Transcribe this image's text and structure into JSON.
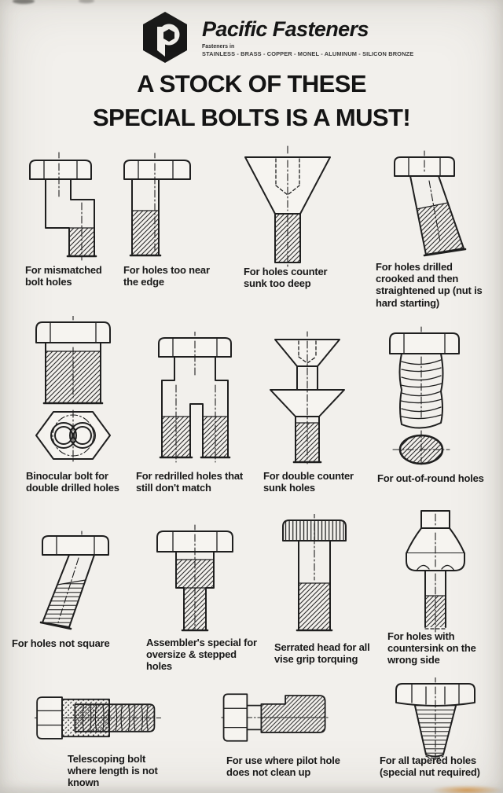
{
  "header": {
    "brand": "Pacific Fasteners",
    "tagline_small": "Fasteners in",
    "tagline": "STAINLESS - BRASS - COPPER - MONEL - ALUMINUM - SILICON BRONZE",
    "title_line1": "A STOCK OF THESE",
    "title_line2": "SPECIAL BOLTS IS A MUST!"
  },
  "colors": {
    "ink": "#1f1f1f",
    "paper": "#f2f0ec"
  },
  "items": [
    {
      "id": "mismatched",
      "illustration": "offset-zigzag-bolt",
      "caption": "For mismatched bolt holes"
    },
    {
      "id": "near-edge",
      "illustration": "edge-offset-head-bolt",
      "caption": "For holes too near the edge"
    },
    {
      "id": "countersunk-deep",
      "illustration": "oversized-countersunk-bolt",
      "caption": "For holes counter sunk too deep"
    },
    {
      "id": "crooked",
      "illustration": "bent-shank-bolt",
      "caption": "For holes drilled crooked and then straightened up (nut is hard starting)"
    },
    {
      "id": "binocular",
      "illustration": "binocular-double-bolt",
      "caption": "Binocular bolt for double drilled holes"
    },
    {
      "id": "redrilled",
      "illustration": "forked-two-leg-bolt",
      "caption": "For redrilled holes that still don't match"
    },
    {
      "id": "double-countersunk",
      "illustration": "stacked-countersunk-bolt",
      "caption": "For double counter sunk holes"
    },
    {
      "id": "out-of-round",
      "illustration": "wavy-thread-oval-bolt",
      "caption": "For out-of-round holes"
    },
    {
      "id": "not-square",
      "illustration": "slanted-shank-bolt",
      "caption": "For holes not square"
    },
    {
      "id": "assemblers",
      "illustration": "stepped-shank-bolt",
      "caption": "Assembler's special for oversize & stepped holes"
    },
    {
      "id": "serrated",
      "illustration": "serrated-head-bolt",
      "caption": "Serrated head for all vise grip torquing"
    },
    {
      "id": "countersink-wrong",
      "illustration": "reverse-countersink-bolt",
      "caption": "For holes with countersink on the wrong side"
    },
    {
      "id": "telescoping",
      "illustration": "telescoping-bolt",
      "caption": "Telescoping bolt where length is not known"
    },
    {
      "id": "pilot-hole",
      "illustration": "stepped-pilot-bolt",
      "caption": "For use where pilot hole does not clean up"
    },
    {
      "id": "tapered",
      "illustration": "tapered-shank-bolt",
      "caption": "For all tapered holes (special nut required)"
    }
  ]
}
